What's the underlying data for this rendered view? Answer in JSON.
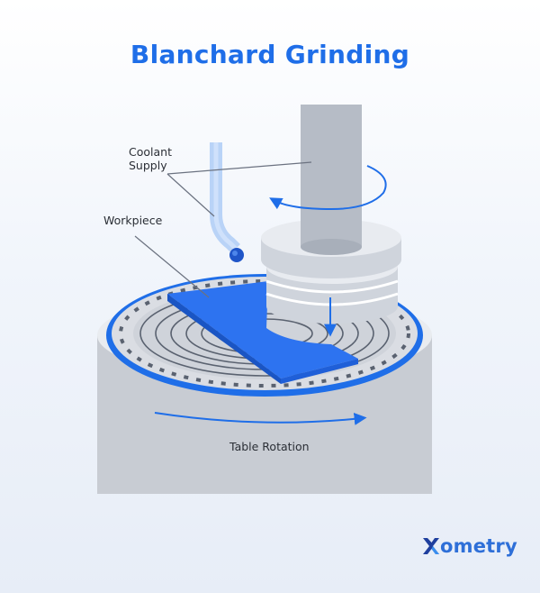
{
  "title": "Blanchard Grinding",
  "labels": {
    "coolant_line1": "Coolant",
    "coolant_line2": "Supply",
    "workpiece": "Workpiece",
    "table_rotation": "Table Rotation"
  },
  "brand": {
    "logo_text": "ometry",
    "logo_letter": "X"
  },
  "colors": {
    "accent_blue": "#1f6ee8",
    "workpiece_blue": "#2d73f0",
    "spindle_gray": "#b6bcc6",
    "base_gray": "#c9cdd4",
    "coolant_blue": "#b9d3f7"
  },
  "icons": [
    "rotation-arrow-icon",
    "downfeed-arrow-icon",
    "table-rotation-arrow-icon",
    "xometry-logo-icon"
  ]
}
